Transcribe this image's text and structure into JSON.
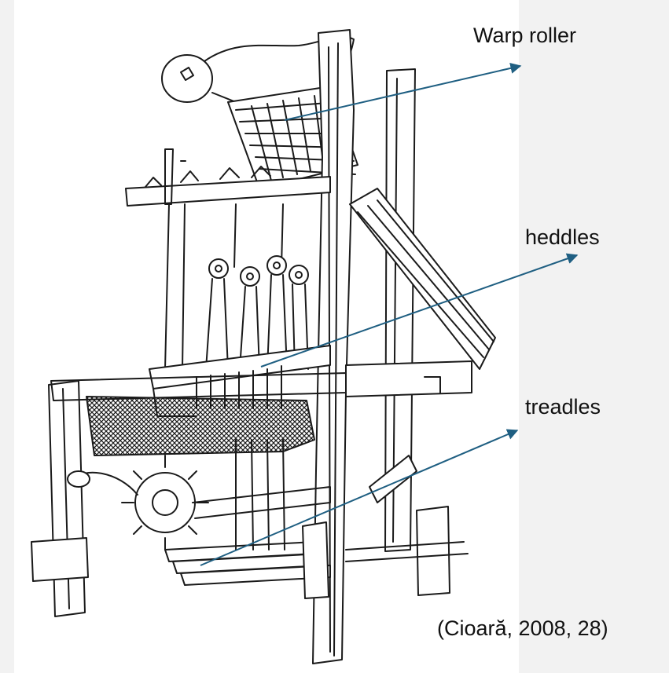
{
  "labels": {
    "warp_roller": "Warp roller",
    "heddles": "heddles",
    "treadles": "treadles"
  },
  "citation": "(Cioară, 2008, 28)",
  "colors": {
    "background": "#f2f2f2",
    "drawing_panel": "#ffffff",
    "arrow": "#1f5f82",
    "ink": "#1a1a1a"
  }
}
